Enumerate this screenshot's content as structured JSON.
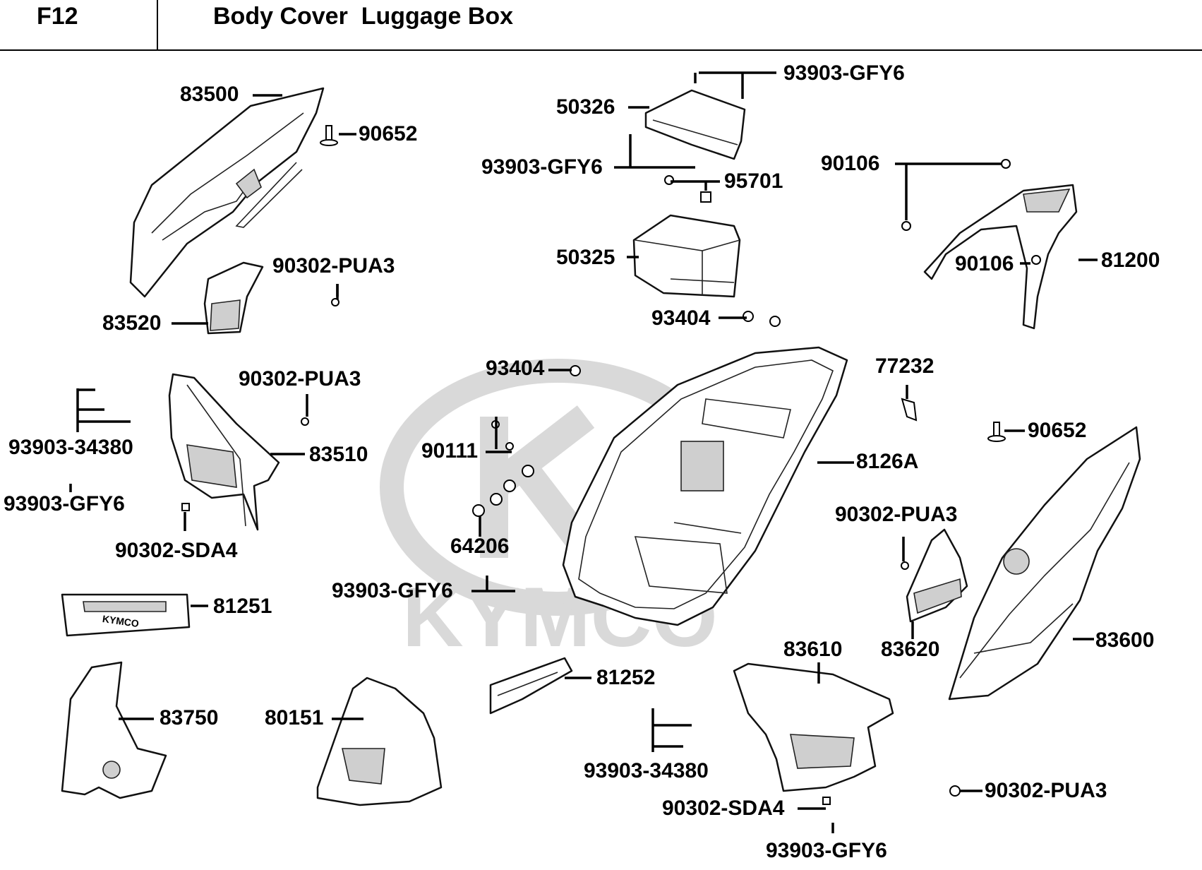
{
  "header": {
    "code": "F12",
    "title": "Body Cover  Luggage Box"
  },
  "watermark": {
    "text": "KYMCO",
    "color": "#d9d9d9"
  },
  "parts": {
    "p83500": "83500",
    "p90652_a": "90652",
    "p90302_pua3_a": "90302-PUA3",
    "p83520": "83520",
    "p93903_gfy6_a": "93903-GFY6",
    "p50326": "50326",
    "p93903_gfy6_b": "93903-GFY6",
    "p95701": "95701",
    "p50325": "50325",
    "p93404_a": "93404",
    "p90106_a": "90106",
    "p90106_b": "90106",
    "p81200": "81200",
    "p93903_34380_a": "93903-34380",
    "p93903_gfy6_c": "93903-GFY6",
    "p90302_pua3_b": "90302-PUA3",
    "p83510": "83510",
    "p90302_sda4_a": "90302-SDA4",
    "p93404_b": "93404",
    "p90111": "90111",
    "p64206": "64206",
    "p93903_gfy6_d": "93903-GFY6",
    "p77232": "77232",
    "p8126a": "8126A",
    "p90652_b": "90652",
    "p90302_pua3_c": "90302-PUA3",
    "p83620": "83620",
    "p83600": "83600",
    "p81251": "81251",
    "p83750": "83750",
    "p80151": "80151",
    "p81252": "81252",
    "p83610": "83610",
    "p93903_34380_b": "93903-34380",
    "p90302_sda4_b": "90302-SDA4",
    "p93903_gfy6_e": "93903-GFY6",
    "p90302_pua3_d": "90302-PUA3"
  },
  "logo_text": "KYMCO"
}
